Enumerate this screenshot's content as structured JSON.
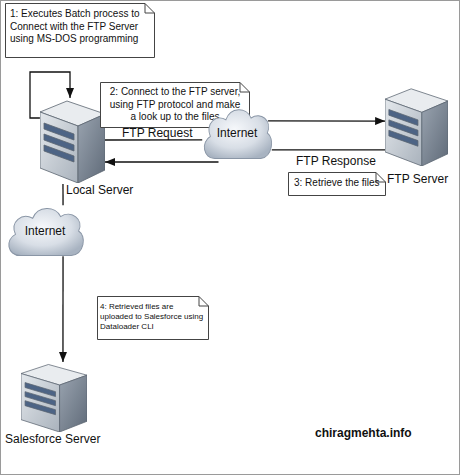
{
  "diagram": {
    "nodes": [
      {
        "text": [
          "1: Executes Batch process to Connect with the FTP Server using MS-DOS programming"
        ]
      },
      {
        "text": [
          "Local Server"
        ]
      },
      {
        "text": [
          "2: Connect to the FTP server, using FTP protocol and make a look up to the files"
        ]
      },
      {
        "text": [
          "Internet"
        ]
      },
      {
        "text": [
          "FTP Server"
        ]
      },
      {
        "text": [
          "3: Retrieve the files"
        ]
      },
      {
        "text": [
          "Internet"
        ]
      },
      {
        "text": [
          "4: Retrieved files are uploaded to Salesforce using Dataloader CLI"
        ]
      },
      {
        "text": [
          "Salesforce Server"
        ]
      }
    ],
    "edges": [
      {
        "from": 1,
        "to": 1,
        "arrow": "to"
      },
      {
        "from": 1,
        "to": 3,
        "arrow": "none",
        "label": "FTP Request"
      },
      {
        "from": 3,
        "to": 4,
        "arrow": "to"
      },
      {
        "from": 4,
        "to": 3,
        "arrow": "none",
        "label": "FTP Response"
      },
      {
        "from": 3,
        "to": 1,
        "arrow": "to"
      },
      {
        "from": 1,
        "to": 6,
        "arrow": "none"
      },
      {
        "from": 6,
        "to": 8,
        "arrow": "to"
      }
    ],
    "labels": [
      "chiragmehta.info"
    ]
  }
}
